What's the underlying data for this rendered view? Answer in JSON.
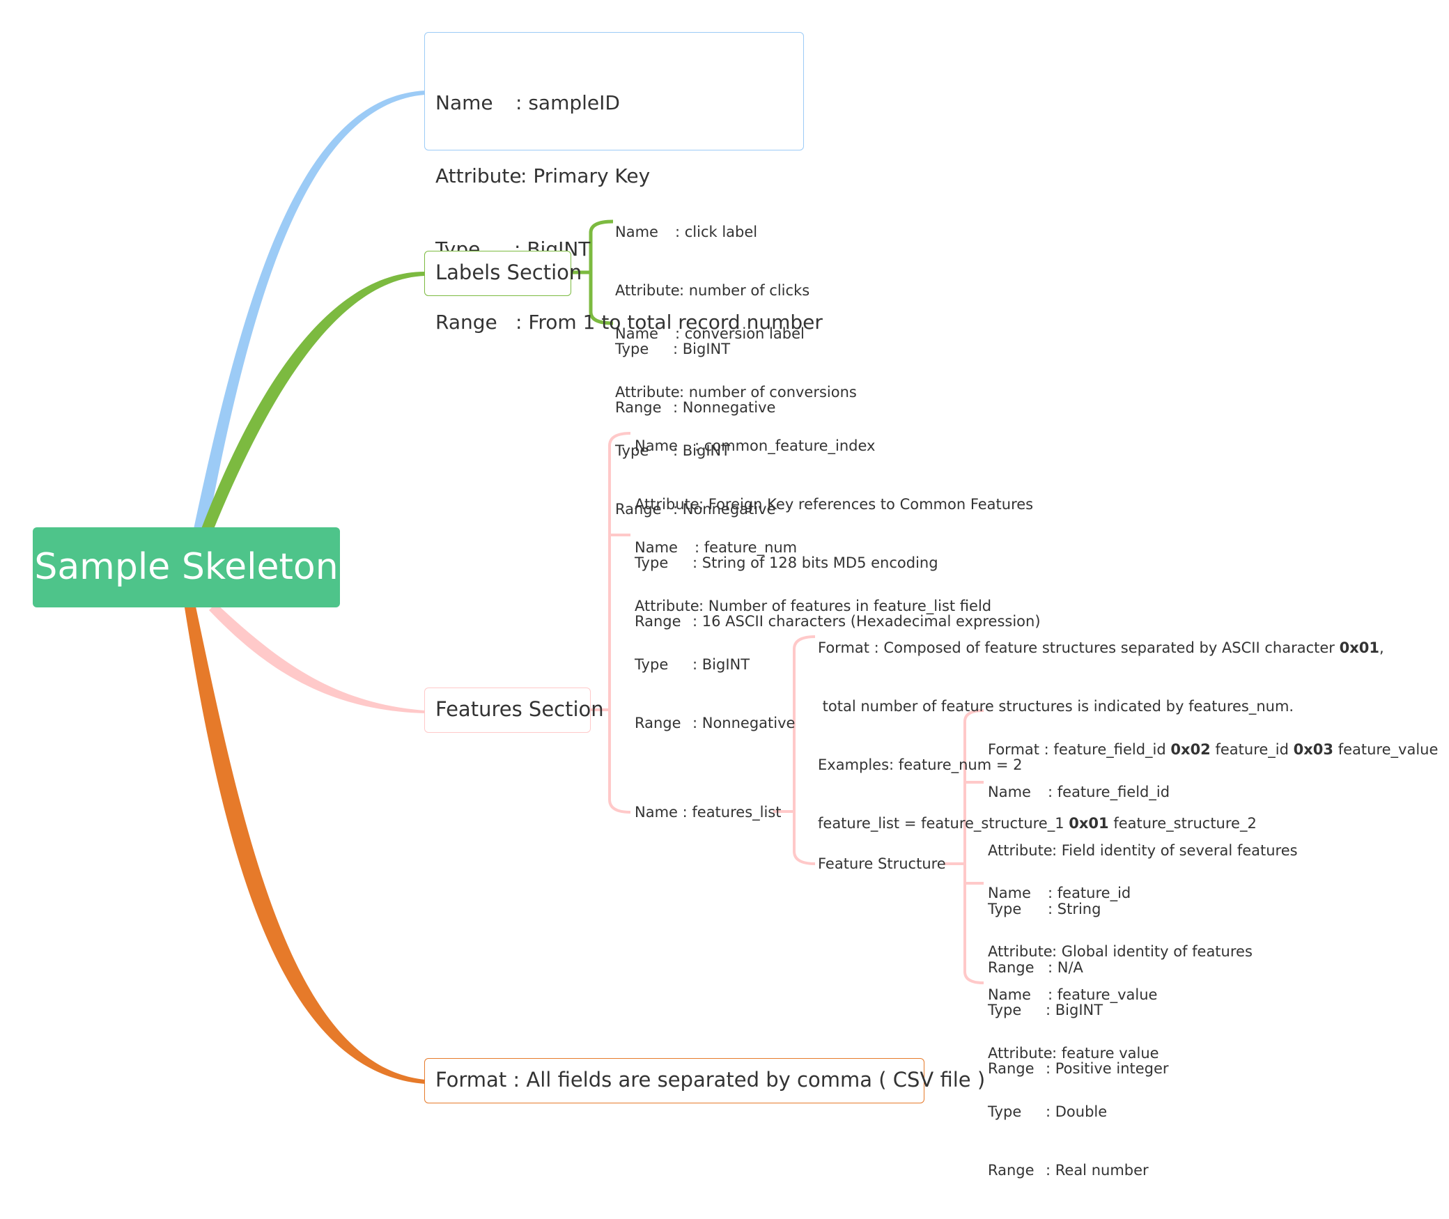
{
  "root": {
    "title": "Sample Skeleton"
  },
  "colors": {
    "root": "#4ec48a",
    "blue": "#9ccbf6",
    "green": "#7cba40",
    "pink": "#ffc9c9",
    "orange": "#e67a2a"
  },
  "sampleid": {
    "name_key": "Name",
    "name_val": ": sampleID",
    "attr_key": "Attribute",
    "attr_val": ": Primary Key",
    "type_key": "Type",
    "type_val": ": BigINT",
    "range_key": "Range",
    "range_val": ": From 1 to total record number"
  },
  "labels": {
    "title": "Labels Section",
    "click": {
      "name_key": "Name",
      "name_val": ": click label",
      "attr_key": "Attribute",
      "attr_val": ": number of clicks",
      "type_key": "Type",
      "type_val": ": BigINT",
      "range_key": "Range",
      "range_val": ": Nonnegative"
    },
    "conversion": {
      "name_key": "Name",
      "name_val": ": conversion label",
      "attr_key": "Attribute",
      "attr_val": ": number of conversions",
      "type_key": "Type",
      "type_val": ": BigINT",
      "range_key": "Range",
      "range_val": ": Nonnegative"
    }
  },
  "features": {
    "title": "Features Section",
    "common": {
      "name_key": "Name",
      "name_val": ": common_feature_index",
      "attr_key": "Attribute",
      "attr_val": ": Foreign Key references to Common Features",
      "type_key": "Type",
      "type_val": ": String of 128 bits MD5 encoding",
      "range_key": "Range",
      "range_val": ": 16 ASCII characters (Hexadecimal expression)"
    },
    "feature_num": {
      "name_key": "Name",
      "name_val": ": feature_num",
      "attr_key": "Attribute",
      "attr_val": ": Number of features in feature_list field",
      "type_key": "Type",
      "type_val": ": BigINT",
      "range_key": "Range",
      "range_val": ": Nonnegative"
    },
    "features_list": {
      "label": "Name : features_list",
      "format": {
        "l1_a": "Format : Composed of feature structures separated by ASCII character ",
        "l1_b": "0x01",
        "l1_c": ",",
        "l2": " total number of feature structures is indicated by features_num.",
        "l3": "Examples: feature_num = 2",
        "l4_a": "feature_list = feature_structure_1 ",
        "l4_b": "0x01",
        "l4_c": " feature_structure_2"
      },
      "structure": {
        "label": "Feature Structure",
        "format": {
          "a": "Format : feature_field_id ",
          "b": "0x02",
          "c": " feature_id ",
          "d": "0x03",
          "e": " feature_value"
        },
        "field_id": {
          "name_key": "Name",
          "name_val": ": feature_field_id",
          "attr_key": "Attribute",
          "attr_val": ": Field identity of several features",
          "type_key": "Type",
          "type_val": ": String",
          "range_key": "Range",
          "range_val": ": N/A"
        },
        "feature_id": {
          "name_key": "Name",
          "name_val": ": feature_id",
          "attr_key": "Attribute",
          "attr_val": ": Global identity of features",
          "type_key": "Type",
          "type_val": ": BigINT",
          "range_key": "Range",
          "range_val": ": Positive integer"
        },
        "feature_value": {
          "name_key": "Name",
          "name_val": ": feature_value",
          "attr_key": "Attribute",
          "attr_val": ": feature value",
          "type_key": "Type",
          "type_val": ": Double",
          "range_key": "Range",
          "range_val": ": Real number"
        }
      }
    }
  },
  "format_node": {
    "label": "Format : All fields are separated by comma ( CSV file )"
  }
}
